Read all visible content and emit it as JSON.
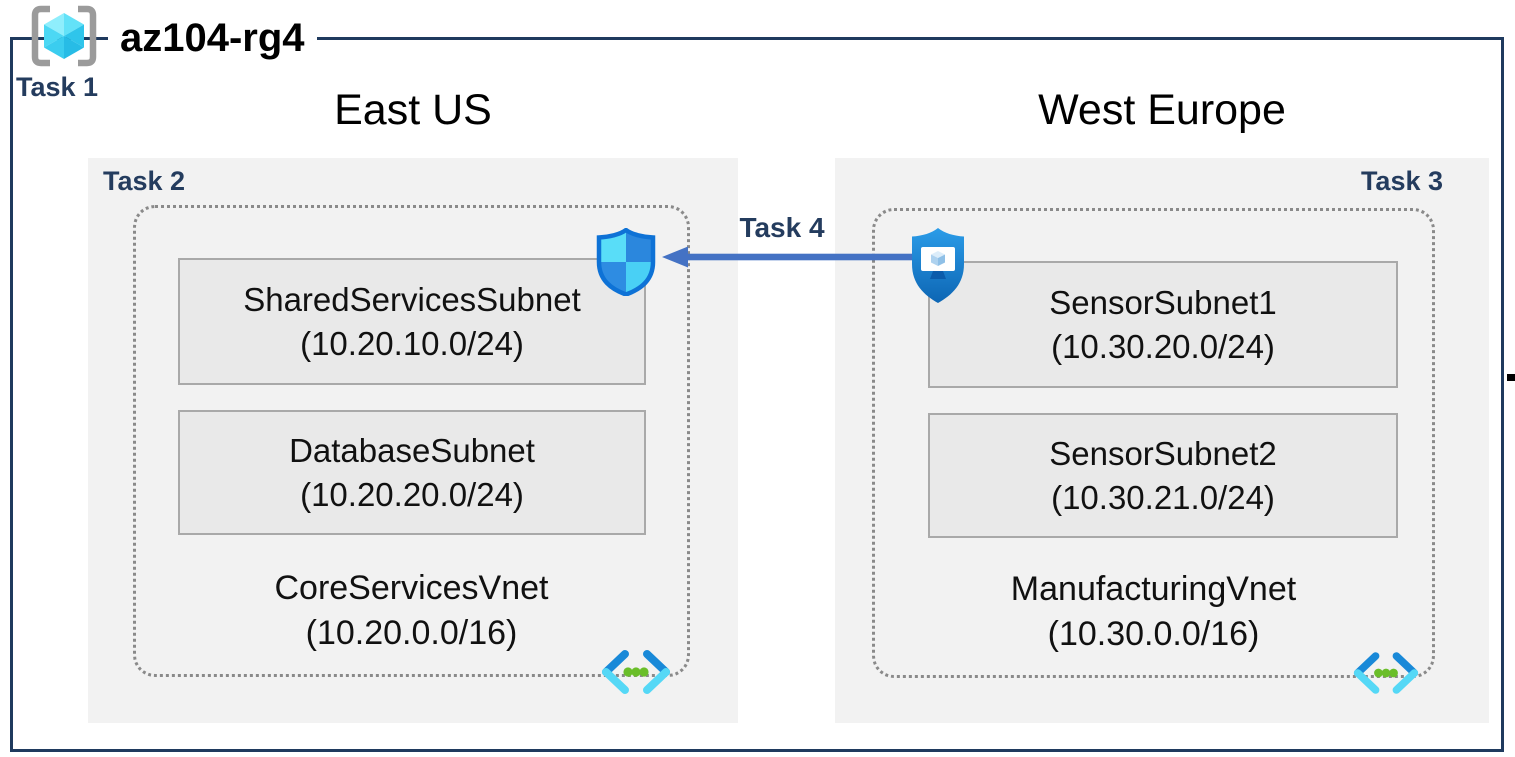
{
  "resource_group": {
    "name": "az104-rg4",
    "task_label": "Task 1",
    "icon": "resource-group-icon"
  },
  "peering": {
    "task_label": "Task 4",
    "arrow_icon": "left-arrow",
    "arrow_color": "#4472c4"
  },
  "regions": [
    {
      "name": "East US",
      "task_label": "Task 2",
      "security_icon": "network-security-group-shield-icon",
      "vnet": {
        "name": "CoreServicesVnet",
        "cidr": "(10.20.0.0/16)",
        "icon": "virtual-network-icon",
        "subnets": [
          {
            "name": "SharedServicesSubnet",
            "cidr": "(10.20.10.0/24)"
          },
          {
            "name": "DatabaseSubnet",
            "cidr": "(10.20.20.0/24)"
          }
        ]
      }
    },
    {
      "name": "West Europe",
      "task_label": "Task 3",
      "security_icon": "bastion-shield-icon",
      "vnet": {
        "name": "ManufacturingVnet",
        "cidr": "(10.30.0.0/16)",
        "icon": "virtual-network-icon",
        "subnets": [
          {
            "name": "SensorSubnet1",
            "cidr": "(10.30.20.0/24)"
          },
          {
            "name": "SensorSubnet2",
            "cidr": "(10.30.21.0/24)"
          }
        ]
      }
    }
  ],
  "colors": {
    "boundary_navy": "#1f3a5e",
    "task_label_navy": "#243c5e",
    "panel_gray": "#f2f2f2",
    "subnet_fill": "#e9e9e9",
    "subnet_border": "#a9a9a9",
    "dotted_border_gray": "#8a8a8a",
    "arrow_blue": "#4472c4",
    "cyan_light": "#59ddf8",
    "azure_blue": "#1080dc",
    "green_dot": "#6abe29"
  }
}
